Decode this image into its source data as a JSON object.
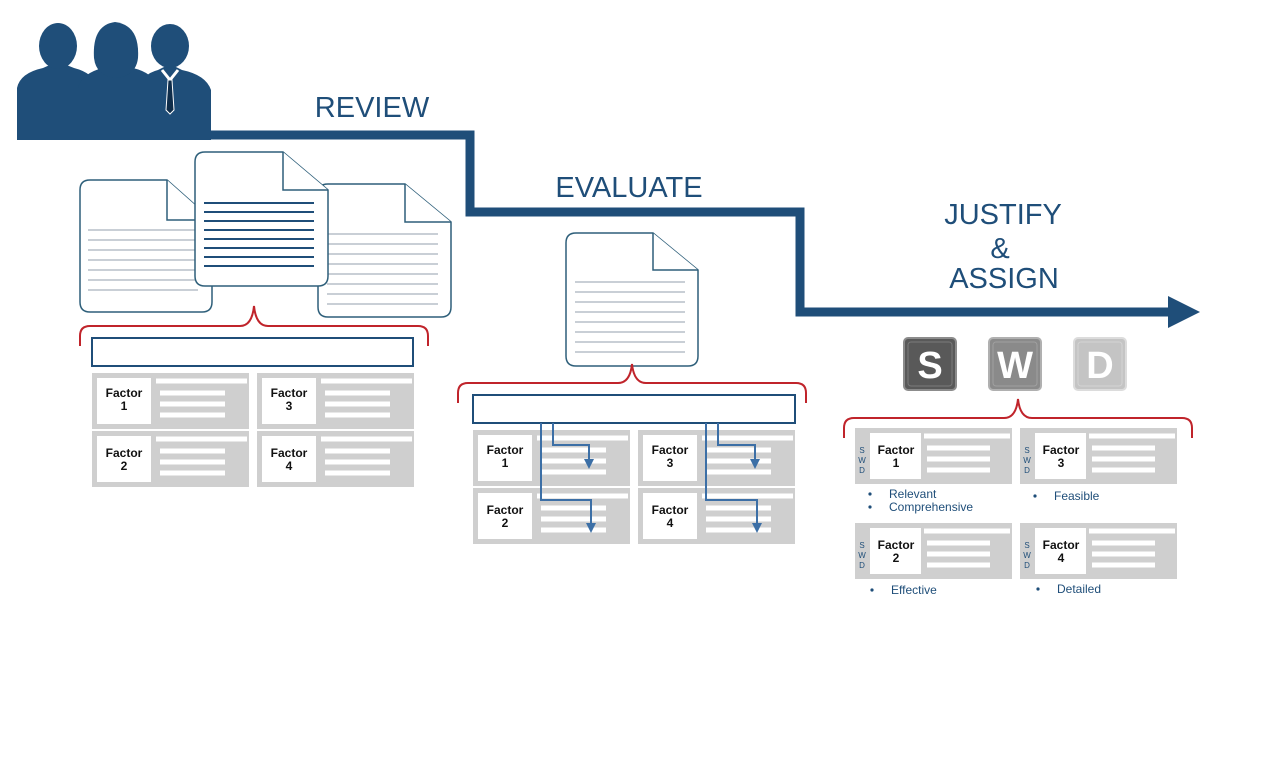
{
  "stages": {
    "review": "REVIEW",
    "evaluate": "EVALUATE",
    "justify_line1": "JUSTIFY",
    "justify_line2": "&",
    "justify_line3": "ASSIGN"
  },
  "factor_word": "Factor",
  "factor_numbers": [
    "1",
    "2",
    "3",
    "4"
  ],
  "swd_letters": [
    "S",
    "W",
    "D"
  ],
  "ratings": [
    {
      "letter": "S",
      "color": "#595959"
    },
    {
      "letter": "W",
      "color": "#8a8a8a"
    },
    {
      "letter": "D",
      "color": "#c4c4c4"
    }
  ],
  "bullets": {
    "factor1": [
      "Relevant",
      "Comprehensive"
    ],
    "factor3": [
      "Feasible"
    ],
    "factor2": [
      "Effective"
    ],
    "factor4": [
      "Detailed"
    ]
  },
  "colors": {
    "navy": "#1f4e79",
    "brace_red": "#c0242b",
    "card_gray": "#cfcfcf"
  }
}
